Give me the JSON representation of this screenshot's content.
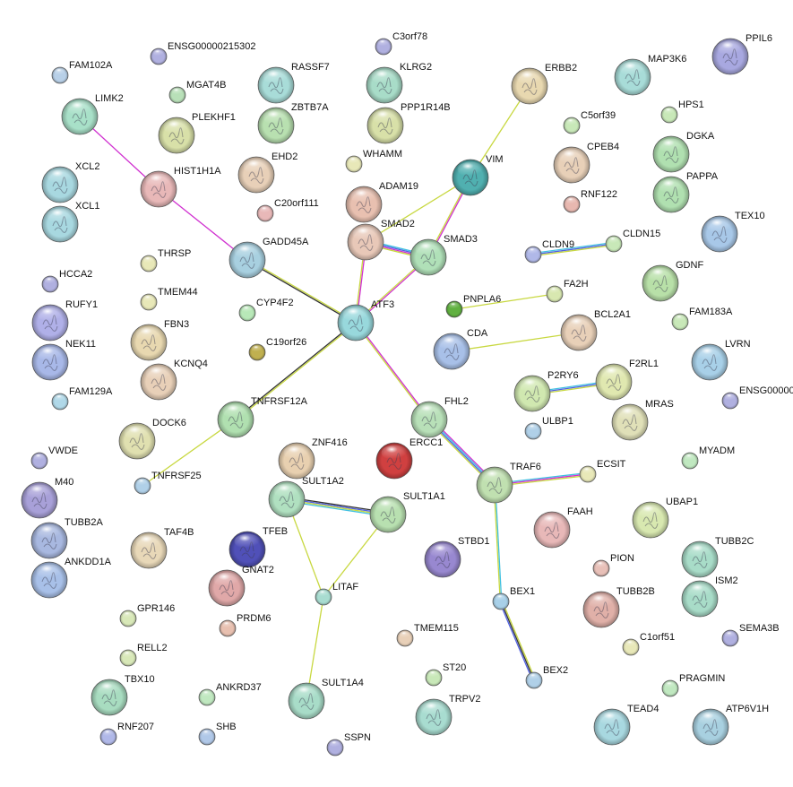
{
  "nodes": [
    {
      "id": "FAM102A",
      "label": "FAM102A",
      "color": "#b8d0e8",
      "big": false
    },
    {
      "id": "ENSG00000215302",
      "label": "ENSG00000215302",
      "color": "#b0b0e0",
      "big": false
    },
    {
      "id": "C3orf78",
      "label": "C3orf78",
      "color": "#b0b0e0",
      "big": false
    },
    {
      "id": "PPIL6",
      "label": "PPIL6",
      "color": "#a8a8e0",
      "big": true
    },
    {
      "id": "LIMK2",
      "label": "LIMK2",
      "color": "#a8e0c8",
      "big": true
    },
    {
      "id": "MGAT4B",
      "label": "MGAT4B",
      "color": "#b8e0b8",
      "big": false
    },
    {
      "id": "RASSF7",
      "label": "RASSF7",
      "color": "#a8dcd8",
      "big": true
    },
    {
      "id": "KLRG2",
      "label": "KLRG2",
      "color": "#a8dcc8",
      "big": true
    },
    {
      "id": "ERBB2",
      "label": "ERBB2",
      "color": "#e8d8b0",
      "big": true
    },
    {
      "id": "MAP3K6",
      "label": "MAP3K6",
      "color": "#a8dcd8",
      "big": true
    },
    {
      "id": "PLEKHF1",
      "label": "PLEKHF1",
      "color": "#d8e0a8",
      "big": true
    },
    {
      "id": "ZBTB7A",
      "label": "ZBTB7A",
      "color": "#b8e0b0",
      "big": true
    },
    {
      "id": "PPP1R14B",
      "label": "PPP1R14B",
      "color": "#d8e0a8",
      "big": true
    },
    {
      "id": "C5orf39",
      "label": "C5orf39",
      "color": "#c8e8b8",
      "big": false
    },
    {
      "id": "HPS1",
      "label": "HPS1",
      "color": "#c8e8b8",
      "big": false
    },
    {
      "id": "DGKA",
      "label": "DGKA",
      "color": "#b0e0b0",
      "big": true
    },
    {
      "id": "XCL2",
      "label": "XCL2",
      "color": "#a8d8e0",
      "big": true
    },
    {
      "id": "HIST1H1A",
      "label": "HIST1H1A",
      "color": "#e8b8b8",
      "big": true
    },
    {
      "id": "EHD2",
      "label": "EHD2",
      "color": "#e8d0b8",
      "big": true
    },
    {
      "id": "WHAMM",
      "label": "WHAMM",
      "color": "#e8e8b8",
      "big": false
    },
    {
      "id": "VIM",
      "label": "VIM",
      "color": "#50b0b0",
      "big": true
    },
    {
      "id": "CPEB4",
      "label": "CPEB4",
      "color": "#e8d0b8",
      "big": true
    },
    {
      "id": "PAPPA",
      "label": "PAPPA",
      "color": "#b0e0b0",
      "big": true
    },
    {
      "id": "XCL1",
      "label": "XCL1",
      "color": "#a8d8e0",
      "big": true
    },
    {
      "id": "C20orf111",
      "label": "C20orf111",
      "color": "#e8b8b8",
      "big": false
    },
    {
      "id": "ADAM19",
      "label": "ADAM19",
      "color": "#e8c0b0",
      "big": true
    },
    {
      "id": "RNF122",
      "label": "RNF122",
      "color": "#e8b8b0",
      "big": false
    },
    {
      "id": "TEX10",
      "label": "TEX10",
      "color": "#a8c8e8",
      "big": true
    },
    {
      "id": "GADD45A",
      "label": "GADD45A",
      "color": "#a8d0e0",
      "big": true
    },
    {
      "id": "SMAD2",
      "label": "SMAD2",
      "color": "#e8c8b8",
      "big": true
    },
    {
      "id": "SMAD3",
      "label": "SMAD3",
      "color": "#b0e0b8",
      "big": true
    },
    {
      "id": "CLDN9",
      "label": "CLDN9",
      "color": "#b0b8e8",
      "big": false
    },
    {
      "id": "CLDN15",
      "label": "CLDN15",
      "color": "#c8e8b8",
      "big": false
    },
    {
      "id": "THRSP",
      "label": "THRSP",
      "color": "#e8e8b8",
      "big": false
    },
    {
      "id": "GDNF",
      "label": "GDNF",
      "color": "#b8e0a8",
      "big": true
    },
    {
      "id": "HCCA2",
      "label": "HCCA2",
      "color": "#b0b0e0",
      "big": false
    },
    {
      "id": "FA2H",
      "label": "FA2H",
      "color": "#d8e8b0",
      "big": false
    },
    {
      "id": "TMEM44",
      "label": "TMEM44",
      "color": "#e8e8b8",
      "big": false
    },
    {
      "id": "CYP4F2",
      "label": "CYP4F2",
      "color": "#b8e8b8",
      "big": false
    },
    {
      "id": "ATF3",
      "label": "ATF3",
      "color": "#98d8dc",
      "big": true
    },
    {
      "id": "PNPLA6",
      "label": "PNPLA6",
      "color": "#60b040",
      "big": false
    },
    {
      "id": "RUFY1",
      "label": "RUFY1",
      "color": "#b0b0e8",
      "big": true
    },
    {
      "id": "BCL2A1",
      "label": "BCL2A1",
      "color": "#e8d0b8",
      "big": true
    },
    {
      "id": "FAM183A",
      "label": "FAM183A",
      "color": "#c8e8b8",
      "big": false
    },
    {
      "id": "FBN3",
      "label": "FBN3",
      "color": "#e8d8b0",
      "big": true
    },
    {
      "id": "C19orf26",
      "label": "C19orf26",
      "color": "#c0b050",
      "big": false
    },
    {
      "id": "CDA",
      "label": "CDA",
      "color": "#a8c0e8",
      "big": true
    },
    {
      "id": "NEK11",
      "label": "NEK11",
      "color": "#a8b8e8",
      "big": true
    },
    {
      "id": "LVRN",
      "label": "LVRN",
      "color": "#a8d0e8",
      "big": true
    },
    {
      "id": "KCNQ4",
      "label": "KCNQ4",
      "color": "#e8d0b8",
      "big": true
    },
    {
      "id": "F2RL1",
      "label": "F2RL1",
      "color": "#e0e8b0",
      "big": true
    },
    {
      "id": "P2RY6",
      "label": "P2RY6",
      "color": "#d0e8b0",
      "big": true
    },
    {
      "id": "FAM129A",
      "label": "FAM129A",
      "color": "#b0d8e8",
      "big": false
    },
    {
      "id": "ENSG00000",
      "label": "ENSG00000",
      "color": "#b0b0e0",
      "big": false
    },
    {
      "id": "TNFRSF12A",
      "label": "TNFRSF12A",
      "color": "#b0e0b0",
      "big": true
    },
    {
      "id": "FHL2",
      "label": "FHL2",
      "color": "#b8e0b8",
      "big": true
    },
    {
      "id": "MRAS",
      "label": "MRAS",
      "color": "#e0e0b8",
      "big": true
    },
    {
      "id": "ULBP1",
      "label": "ULBP1",
      "color": "#b0d0e8",
      "big": false
    },
    {
      "id": "DOCK6",
      "label": "DOCK6",
      "color": "#e0e0b0",
      "big": true
    },
    {
      "id": "ZNF416",
      "label": "ZNF416",
      "color": "#e8d0b0",
      "big": true
    },
    {
      "id": "ERCC1",
      "label": "ERCC1",
      "color": "#d04040",
      "big": true
    },
    {
      "id": "MYADM",
      "label": "MYADM",
      "color": "#c0e8c0",
      "big": false
    },
    {
      "id": "VWDE",
      "label": "VWDE",
      "color": "#b0b0e0",
      "big": false
    },
    {
      "id": "TNFRSF25",
      "label": "TNFRSF25",
      "color": "#b0d0e8",
      "big": false
    },
    {
      "id": "SULT1A2",
      "label": "SULT1A2",
      "color": "#b0e0c0",
      "big": true
    },
    {
      "id": "ECSIT",
      "label": "ECSIT",
      "color": "#e8e8b8",
      "big": false
    },
    {
      "id": "TRAF6",
      "label": "TRAF6",
      "color": "#c0e0b0",
      "big": true
    },
    {
      "id": "M40",
      "label": "M40",
      "color": "#a8a0d8",
      "big": true
    },
    {
      "id": "SULT1A1",
      "label": "SULT1A1",
      "color": "#b8e0b0",
      "big": true
    },
    {
      "id": "UBAP1",
      "label": "UBAP1",
      "color": "#d8e8b0",
      "big": true
    },
    {
      "id": "TUBB2A",
      "label": "TUBB2A",
      "color": "#a8b8e0",
      "big": true
    },
    {
      "id": "TAF4B",
      "label": "TAF4B",
      "color": "#e8d8b8",
      "big": true
    },
    {
      "id": "TFEB",
      "label": "TFEB",
      "color": "#5050b8",
      "big": true
    },
    {
      "id": "FAAH",
      "label": "FAAH",
      "color": "#e8b8b8",
      "big": true
    },
    {
      "id": "TUBB2C",
      "label": "TUBB2C",
      "color": "#a8dcc8",
      "big": true
    },
    {
      "id": "ANKDD1A",
      "label": "ANKDD1A",
      "color": "#a8c0e8",
      "big": true
    },
    {
      "id": "STBD1",
      "label": "STBD1",
      "color": "#9888d0",
      "big": true
    },
    {
      "id": "PION",
      "label": "PION",
      "color": "#e8c0b8",
      "big": false
    },
    {
      "id": "GNAT2",
      "label": "GNAT2",
      "color": "#e0a8a8",
      "big": true
    },
    {
      "id": "LITAF",
      "label": "LITAF",
      "color": "#a8dcd0",
      "big": false
    },
    {
      "id": "BEX1",
      "label": "BEX1",
      "color": "#a8d0e8",
      "big": false
    },
    {
      "id": "ISM2",
      "label": "ISM2",
      "color": "#a8dcc8",
      "big": true
    },
    {
      "id": "GPR146",
      "label": "GPR146",
      "color": "#d8e8b8",
      "big": false
    },
    {
      "id": "TUBB2B",
      "label": "TUBB2B",
      "color": "#e0b0a8",
      "big": true
    },
    {
      "id": "PRDM6",
      "label": "PRDM6",
      "color": "#e8c0b0",
      "big": false
    },
    {
      "id": "SEMA3B",
      "label": "SEMA3B",
      "color": "#b0b0e0",
      "big": false
    },
    {
      "id": "TMEM115",
      "label": "TMEM115",
      "color": "#e8d0b8",
      "big": false
    },
    {
      "id": "C1orf51",
      "label": "C1orf51",
      "color": "#e8e8b8",
      "big": false
    },
    {
      "id": "RELL2",
      "label": "RELL2",
      "color": "#d8e8b8",
      "big": false
    },
    {
      "id": "ST20",
      "label": "ST20",
      "color": "#c8e8b8",
      "big": false
    },
    {
      "id": "BEX2",
      "label": "BEX2",
      "color": "#b0d0e8",
      "big": false
    },
    {
      "id": "TBX10",
      "label": "TBX10",
      "color": "#a8dcc0",
      "big": true
    },
    {
      "id": "ANKRD37",
      "label": "ANKRD37",
      "color": "#c0e8c0",
      "big": false
    },
    {
      "id": "SULT1A4",
      "label": "SULT1A4",
      "color": "#a8dcc8",
      "big": true
    },
    {
      "id": "PRAGMIN",
      "label": "PRAGMIN",
      "color": "#c0e8c0",
      "big": false
    },
    {
      "id": "TRPV2",
      "label": "TRPV2",
      "color": "#a8dcd0",
      "big": true
    },
    {
      "id": "TEAD4",
      "label": "TEAD4",
      "color": "#a8d8e0",
      "big": true
    },
    {
      "id": "ATP6V1H",
      "label": "ATP6V1H",
      "color": "#a8d0e0",
      "big": true
    },
    {
      "id": "RNF207",
      "label": "RNF207",
      "color": "#b0b8e8",
      "big": false
    },
    {
      "id": "SHB",
      "label": "SHB",
      "color": "#b0c8e8",
      "big": false
    },
    {
      "id": "SSPN",
      "label": "SSPN",
      "color": "#b0b0e0",
      "big": false
    }
  ],
  "edges": [
    {
      "from": "LIMK2",
      "to": "HIST1H1A",
      "colors": [
        "#d030d0"
      ]
    },
    {
      "from": "HIST1H1A",
      "to": "GADD45A",
      "colors": [
        "#d030d0"
      ]
    },
    {
      "from": "GADD45A",
      "to": "ATF3",
      "colors": [
        "#c8d840",
        "#333333"
      ]
    },
    {
      "from": "SMAD2",
      "to": "ATF3",
      "colors": [
        "#d030d0",
        "#c8d840"
      ]
    },
    {
      "from": "SMAD3",
      "to": "ATF3",
      "colors": [
        "#d030d0",
        "#c8d840"
      ]
    },
    {
      "from": "SMAD2",
      "to": "SMAD3",
      "colors": [
        "#40c0e0",
        "#5060e0",
        "#d030d0",
        "#c8d840"
      ]
    },
    {
      "from": "ERBB2",
      "to": "VIM",
      "colors": [
        "#c8d840"
      ]
    },
    {
      "from": "VIM",
      "to": "SMAD2",
      "colors": [
        "#c8d840"
      ]
    },
    {
      "from": "VIM",
      "to": "SMAD3",
      "colors": [
        "#d030d0",
        "#c8d840"
      ]
    },
    {
      "from": "ATF3",
      "to": "TNFRSF12A",
      "colors": [
        "#c8d840",
        "#333333"
      ]
    },
    {
      "from": "ATF3",
      "to": "FHL2",
      "colors": [
        "#d030d0",
        "#c8d840"
      ]
    },
    {
      "from": "FHL2",
      "to": "TRAF6",
      "colors": [
        "#d030d0",
        "#40c0e0",
        "#5060e0",
        "#c8d840"
      ]
    },
    {
      "from": "TRAF6",
      "to": "ECSIT",
      "colors": [
        "#40c0e0",
        "#d030d0",
        "#c8d840"
      ]
    },
    {
      "from": "TRAF6",
      "to": "BEX1",
      "colors": [
        "#40c0e0",
        "#c8d840"
      ]
    },
    {
      "from": "BEX1",
      "to": "BEX2",
      "colors": [
        "#c8d840",
        "#333333",
        "#5060e0"
      ]
    },
    {
      "from": "TNFRSF12A",
      "to": "TNFRSF25",
      "colors": [
        "#c8d840"
      ]
    },
    {
      "from": "CLDN9",
      "to": "CLDN15",
      "colors": [
        "#40c0e0",
        "#5060e0",
        "#c8d840"
      ]
    },
    {
      "from": "PNPLA6",
      "to": "FA2H",
      "colors": [
        "#c8d840"
      ]
    },
    {
      "from": "CDA",
      "to": "BCL2A1",
      "colors": [
        "#c8d840"
      ]
    },
    {
      "from": "P2RY6",
      "to": "F2RL1",
      "colors": [
        "#40c0e0",
        "#5060e0",
        "#c8d840"
      ]
    },
    {
      "from": "SULT1A2",
      "to": "SULT1A1",
      "colors": [
        "#333333",
        "#5060e0",
        "#c8d840",
        "#40c0e0"
      ]
    },
    {
      "from": "SULT1A2",
      "to": "LITAF",
      "colors": [
        "#c8d840"
      ]
    },
    {
      "from": "SULT1A1",
      "to": "LITAF",
      "colors": [
        "#c8d840"
      ]
    },
    {
      "from": "LITAF",
      "to": "SULT1A4",
      "colors": [
        "#c8d840"
      ]
    }
  ]
}
